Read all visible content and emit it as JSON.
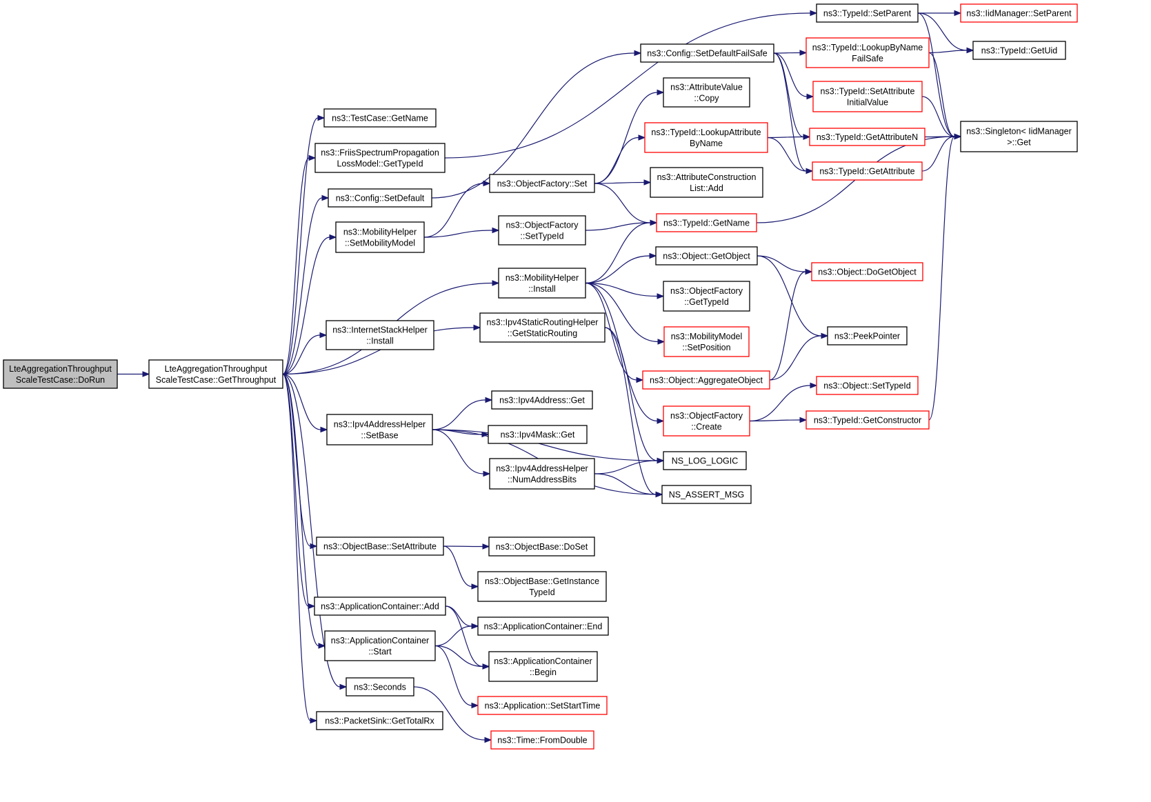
{
  "colors": {
    "edge": "#191970",
    "border_plain": "#000000",
    "border_truncated": "#ff0000",
    "root_fill": "#bfbfbf",
    "node_fill": "#ffffff"
  },
  "nodes": [
    {
      "id": "dorun",
      "label": [
        "LteAggregationThroughput",
        "ScaleTestCase::DoRun"
      ],
      "root": true
    },
    {
      "id": "getthroughput",
      "label": [
        "LteAggregationThroughput",
        "ScaleTestCase::GetThroughput"
      ]
    },
    {
      "id": "testcase_getname",
      "label": [
        "ns3::TestCase::GetName"
      ]
    },
    {
      "id": "friis",
      "label": [
        "ns3::FriisSpectrumPropagation",
        "LossModel::GetTypeId"
      ]
    },
    {
      "id": "config_setdefault",
      "label": [
        "ns3::Config::SetDefault"
      ]
    },
    {
      "id": "mobhelper_setmodel",
      "label": [
        "ns3::MobilityHelper",
        "::SetMobilityModel"
      ]
    },
    {
      "id": "inetstack_install",
      "label": [
        "ns3::InternetStackHelper",
        "::Install"
      ]
    },
    {
      "id": "ipv4addrhelper_setbase",
      "label": [
        "ns3::Ipv4AddressHelper",
        "::SetBase"
      ]
    },
    {
      "id": "objbase_setattr",
      "label": [
        "ns3::ObjectBase::SetAttribute"
      ]
    },
    {
      "id": "appcont_add",
      "label": [
        "ns3::ApplicationContainer::Add"
      ]
    },
    {
      "id": "appcont_start",
      "label": [
        "ns3::ApplicationContainer",
        "::Start"
      ]
    },
    {
      "id": "seconds",
      "label": [
        "ns3::Seconds"
      ]
    },
    {
      "id": "packetsink",
      "label": [
        "ns3::PacketSink::GetTotalRx"
      ]
    },
    {
      "id": "typeid_setparent",
      "label": [
        "ns3::TypeId::SetParent"
      ]
    },
    {
      "id": "config_setdefaultfailsafe",
      "label": [
        "ns3::Config::SetDefaultFailSafe"
      ]
    },
    {
      "id": "attrvalue_copy",
      "label": [
        "ns3::AttributeValue",
        "::Copy"
      ]
    },
    {
      "id": "typeid_lookupattr",
      "label": [
        "ns3::TypeId::LookupAttribute",
        "ByName"
      ],
      "truncated": true
    },
    {
      "id": "objfactory_set",
      "label": [
        "ns3::ObjectFactory::Set"
      ]
    },
    {
      "id": "attrconstr_add",
      "label": [
        "ns3::AttributeConstruction",
        "List::Add"
      ]
    },
    {
      "id": "objfactory_settypeid",
      "label": [
        "ns3::ObjectFactory",
        "::SetTypeId"
      ]
    },
    {
      "id": "typeid_getname",
      "label": [
        "ns3::TypeId::GetName"
      ],
      "truncated": true
    },
    {
      "id": "mobhelper_install",
      "label": [
        "ns3::MobilityHelper",
        "::Install"
      ]
    },
    {
      "id": "object_getobject",
      "label": [
        "ns3::Object::GetObject"
      ]
    },
    {
      "id": "objfactory_gettypeid",
      "label": [
        "ns3::ObjectFactory",
        "::GetTypeId"
      ]
    },
    {
      "id": "mobmodel_setpos",
      "label": [
        "ns3::MobilityModel",
        "::SetPosition"
      ],
      "truncated": true
    },
    {
      "id": "ipv4static_get",
      "label": [
        "ns3::Ipv4StaticRoutingHelper",
        "::GetStaticRouting"
      ]
    },
    {
      "id": "object_aggregate",
      "label": [
        "ns3::Object::AggregateObject"
      ],
      "truncated": true
    },
    {
      "id": "objfactory_create",
      "label": [
        "ns3::ObjectFactory",
        "::Create"
      ],
      "truncated": true
    },
    {
      "id": "ipv4address_get",
      "label": [
        "ns3::Ipv4Address::Get"
      ]
    },
    {
      "id": "ipv4mask_get",
      "label": [
        "ns3::Ipv4Mask::Get"
      ]
    },
    {
      "id": "ipv4addrhelper_numbits",
      "label": [
        "ns3::Ipv4AddressHelper",
        "::NumAddressBits"
      ]
    },
    {
      "id": "ns_log_logic",
      "label": [
        "NS_LOG_LOGIC"
      ]
    },
    {
      "id": "ns_assert_msg",
      "label": [
        "NS_ASSERT_MSG"
      ]
    },
    {
      "id": "objbase_doset",
      "label": [
        "ns3::ObjectBase::DoSet"
      ]
    },
    {
      "id": "objbase_getinstance",
      "label": [
        "ns3::ObjectBase::GetInstance",
        "TypeId"
      ]
    },
    {
      "id": "appcont_end",
      "label": [
        "ns3::ApplicationContainer::End"
      ]
    },
    {
      "id": "appcont_begin",
      "label": [
        "ns3::ApplicationContainer",
        "::Begin"
      ]
    },
    {
      "id": "app_setstarttime",
      "label": [
        "ns3::Application::SetStartTime"
      ],
      "truncated": true
    },
    {
      "id": "time_fromdouble",
      "label": [
        "ns3::Time::FromDouble"
      ],
      "truncated": true
    },
    {
      "id": "iidmanager_setparent",
      "label": [
        "ns3::IidManager::SetParent"
      ],
      "truncated": true
    },
    {
      "id": "typeid_getuid",
      "label": [
        "ns3::TypeId::GetUid"
      ]
    },
    {
      "id": "typeid_lookupbyname",
      "label": [
        "ns3::TypeId::LookupByName",
        "FailSafe"
      ],
      "truncated": true
    },
    {
      "id": "typeid_setattrinit",
      "label": [
        "ns3::TypeId::SetAttribute",
        "InitialValue"
      ],
      "truncated": true
    },
    {
      "id": "typeid_getattributen",
      "label": [
        "ns3::TypeId::GetAttributeN"
      ],
      "truncated": true
    },
    {
      "id": "typeid_getattribute",
      "label": [
        "ns3::TypeId::GetAttribute"
      ],
      "truncated": true
    },
    {
      "id": "singleton_get",
      "label": [
        "ns3::Singleton< IidManager",
        ">::Get"
      ]
    },
    {
      "id": "object_dogetobject",
      "label": [
        "ns3::Object::DoGetObject"
      ],
      "truncated": true
    },
    {
      "id": "peekpointer",
      "label": [
        "ns3::PeekPointer"
      ]
    },
    {
      "id": "object_settypeid",
      "label": [
        "ns3::Object::SetTypeId"
      ],
      "truncated": true
    },
    {
      "id": "typeid_getconstructor",
      "label": [
        "ns3::TypeId::GetConstructor"
      ],
      "truncated": true
    }
  ],
  "edges": [
    [
      "dorun",
      "getthroughput"
    ],
    [
      "getthroughput",
      "testcase_getname"
    ],
    [
      "getthroughput",
      "friis"
    ],
    [
      "getthroughput",
      "config_setdefault"
    ],
    [
      "getthroughput",
      "mobhelper_setmodel"
    ],
    [
      "getthroughput",
      "mobhelper_install"
    ],
    [
      "getthroughput",
      "inetstack_install"
    ],
    [
      "getthroughput",
      "ipv4static_get"
    ],
    [
      "getthroughput",
      "ipv4addrhelper_setbase"
    ],
    [
      "getthroughput",
      "objbase_setattr"
    ],
    [
      "getthroughput",
      "appcont_add"
    ],
    [
      "getthroughput",
      "appcont_start"
    ],
    [
      "getthroughput",
      "seconds"
    ],
    [
      "getthroughput",
      "packetsink"
    ],
    [
      "friis",
      "typeid_setparent"
    ],
    [
      "config_setdefault",
      "config_setdefaultfailsafe"
    ],
    [
      "mobhelper_setmodel",
      "objfactory_set"
    ],
    [
      "mobhelper_setmodel",
      "objfactory_settypeid"
    ],
    [
      "mobhelper_install",
      "typeid_getname"
    ],
    [
      "mobhelper_install",
      "object_getobject"
    ],
    [
      "mobhelper_install",
      "objfactory_gettypeid"
    ],
    [
      "mobhelper_install",
      "mobmodel_setpos"
    ],
    [
      "mobhelper_install",
      "object_aggregate"
    ],
    [
      "mobhelper_install",
      "objfactory_create"
    ],
    [
      "ipv4static_get",
      "ns_log_logic"
    ],
    [
      "ipv4static_get",
      "ns_assert_msg"
    ],
    [
      "ipv4addrhelper_setbase",
      "ipv4address_get"
    ],
    [
      "ipv4addrhelper_setbase",
      "ipv4mask_get"
    ],
    [
      "ipv4addrhelper_setbase",
      "ipv4addrhelper_numbits"
    ],
    [
      "ipv4addrhelper_setbase",
      "ns_log_logic"
    ],
    [
      "ipv4addrhelper_setbase",
      "ns_assert_msg"
    ],
    [
      "ipv4addrhelper_numbits",
      "ns_log_logic"
    ],
    [
      "ipv4addrhelper_numbits",
      "ns_assert_msg"
    ],
    [
      "objbase_setattr",
      "objbase_doset"
    ],
    [
      "objbase_setattr",
      "objbase_getinstance"
    ],
    [
      "appcont_add",
      "appcont_end"
    ],
    [
      "appcont_add",
      "appcont_begin"
    ],
    [
      "appcont_start",
      "appcont_end"
    ],
    [
      "appcont_start",
      "appcont_begin"
    ],
    [
      "appcont_start",
      "app_setstarttime"
    ],
    [
      "seconds",
      "time_fromdouble"
    ],
    [
      "objfactory_set",
      "attrvalue_copy"
    ],
    [
      "objfactory_set",
      "typeid_lookupattr"
    ],
    [
      "objfactory_set",
      "attrconstr_add"
    ],
    [
      "objfactory_set",
      "typeid_getname"
    ],
    [
      "objfactory_settypeid",
      "typeid_getname"
    ],
    [
      "typeid_setparent",
      "iidmanager_setparent"
    ],
    [
      "typeid_setparent",
      "typeid_getuid"
    ],
    [
      "typeid_setparent",
      "singleton_get"
    ],
    [
      "config_setdefaultfailsafe",
      "typeid_lookupbyname"
    ],
    [
      "config_setdefaultfailsafe",
      "typeid_setattrinit"
    ],
    [
      "config_setdefaultfailsafe",
      "typeid_getattributen"
    ],
    [
      "config_setdefaultfailsafe",
      "typeid_getattribute"
    ],
    [
      "typeid_lookupbyname",
      "typeid_getuid"
    ],
    [
      "typeid_lookupbyname",
      "singleton_get"
    ],
    [
      "typeid_setattrinit",
      "singleton_get"
    ],
    [
      "typeid_lookupattr",
      "typeid_getattributen"
    ],
    [
      "typeid_lookupattr",
      "typeid_getattribute"
    ],
    [
      "typeid_getattributen",
      "singleton_get"
    ],
    [
      "typeid_getattribute",
      "singleton_get"
    ],
    [
      "typeid_getname",
      "singleton_get"
    ],
    [
      "object_getobject",
      "object_dogetobject"
    ],
    [
      "object_getobject",
      "peekpointer"
    ],
    [
      "object_aggregate",
      "object_dogetobject"
    ],
    [
      "object_aggregate",
      "peekpointer"
    ],
    [
      "objfactory_create",
      "object_settypeid"
    ],
    [
      "objfactory_create",
      "typeid_getconstructor"
    ],
    [
      "typeid_getconstructor",
      "singleton_get"
    ]
  ]
}
